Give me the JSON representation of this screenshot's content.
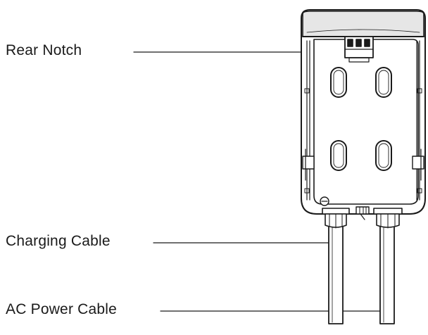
{
  "labels": {
    "rear_notch": "Rear Notch",
    "charging_cable": "Charging Cable",
    "ac_power_cable": "AC Power Cable"
  },
  "colors": {
    "line": "#1a1a1a",
    "shade": "#e6e6e6",
    "background": "#ffffff"
  }
}
